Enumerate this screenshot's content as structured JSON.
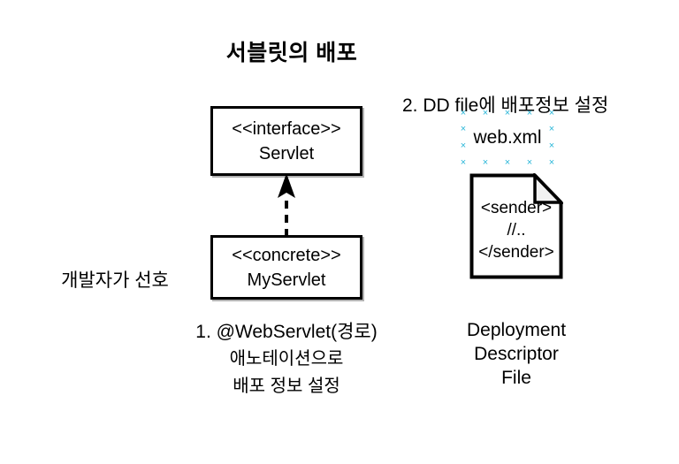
{
  "diagram": {
    "title": "서블릿의 배포",
    "background_color": "#ffffff",
    "stroke_color": "#000000",
    "selection_handle_color": "#29b6d8",
    "fold_fill_color": "#f2f2f2"
  },
  "uml": {
    "interface_box": {
      "stereotype": "<<interface>>",
      "name": "Servlet"
    },
    "concrete_box": {
      "stereotype": "<<concrete>>",
      "name": "MyServlet"
    },
    "relation": {
      "kind": "realization-arrow",
      "style": "dashed",
      "direction": "concrete-to-interface"
    }
  },
  "left_note": {
    "text": "개발자가 선호"
  },
  "annotation_note": {
    "lines": [
      "1. @WebServlet(경로)",
      "애노테이션으로",
      "배포 정보 설정"
    ]
  },
  "dd_section": {
    "heading": "2. DD file에 배포정보 설정",
    "file_name": "web.xml",
    "document_lines": [
      "<sender>",
      "//..",
      "</sender>"
    ],
    "caption_lines": [
      "Deployment",
      "Descriptor",
      "File"
    ]
  }
}
